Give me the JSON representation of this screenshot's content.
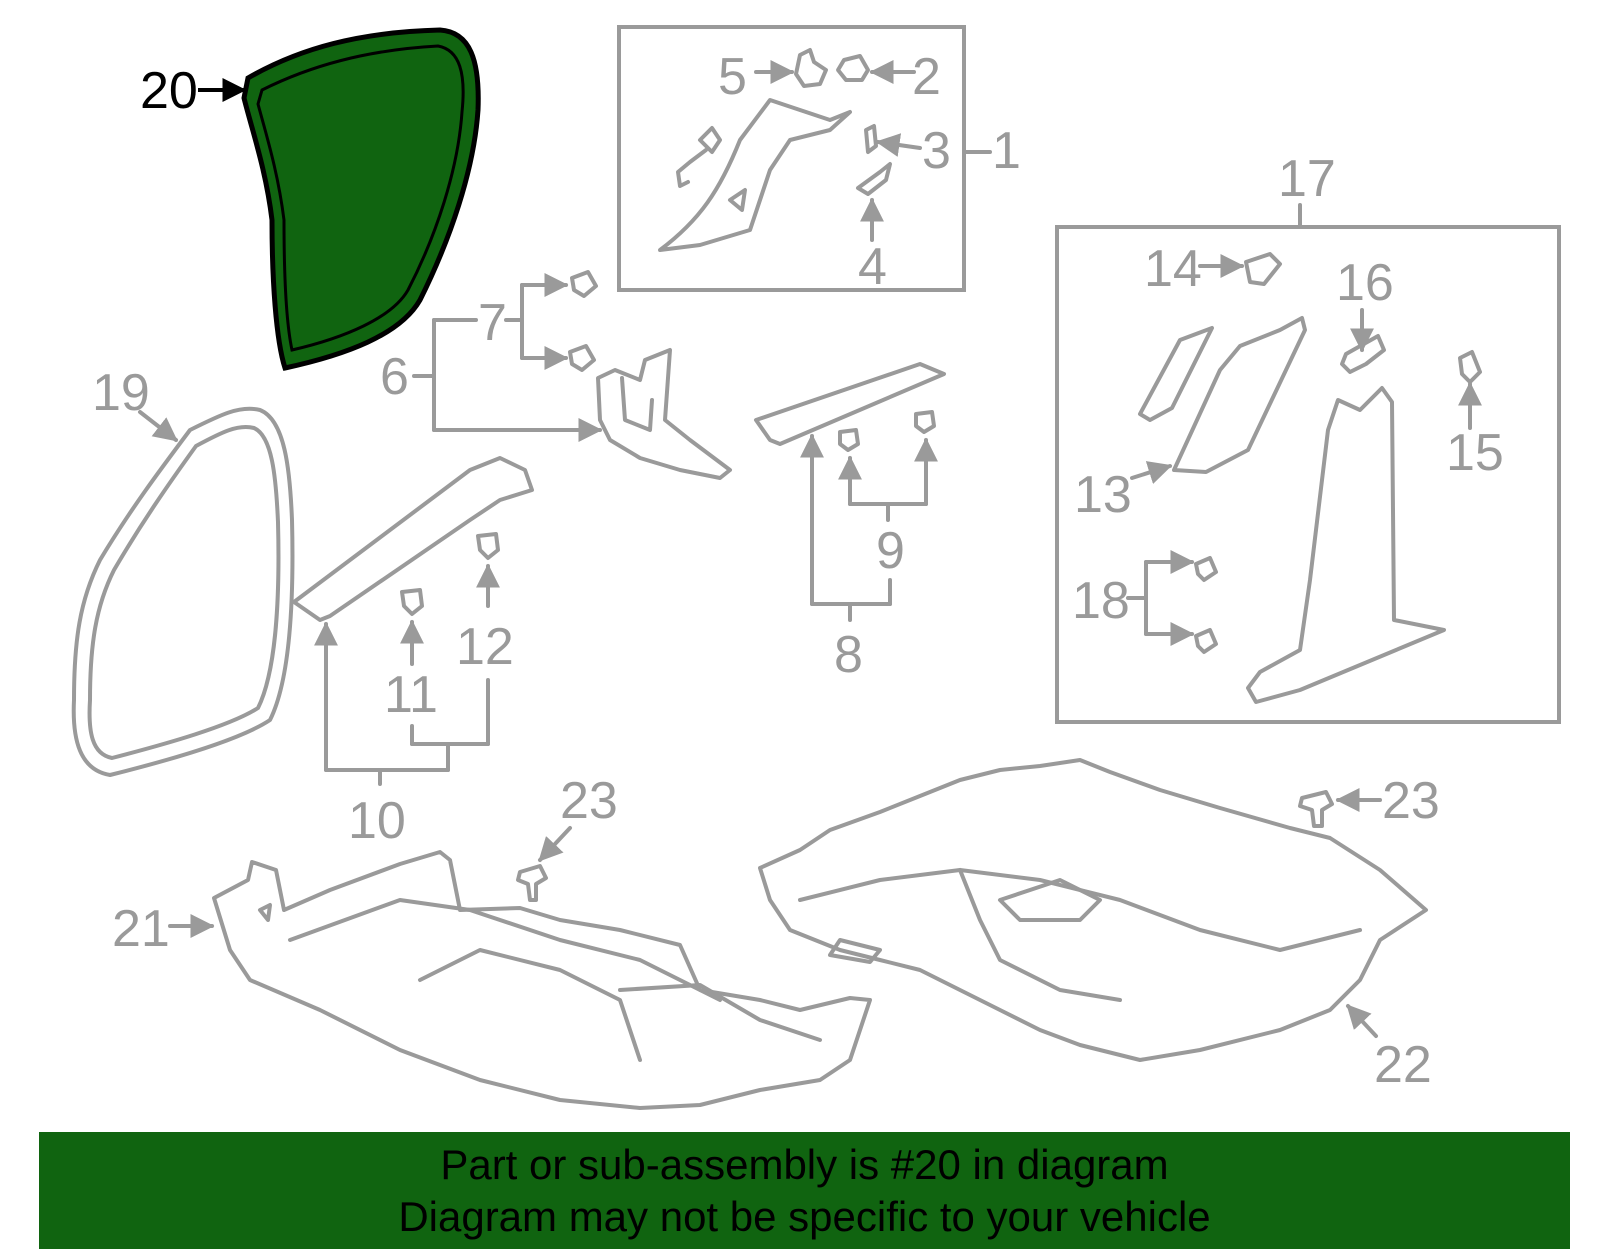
{
  "diagram": {
    "highlight_color": "#106410",
    "line_color": "#9a9a9a",
    "highlighted_part": "20",
    "callouts": {
      "c1": "1",
      "c2": "2",
      "c3": "3",
      "c4": "4",
      "c5": "5",
      "c6": "6",
      "c7": "7",
      "c8": "8",
      "c9": "9",
      "c10": "10",
      "c11": "11",
      "c12": "12",
      "c13": "13",
      "c14": "14",
      "c15": "15",
      "c16": "16",
      "c17": "17",
      "c18": "18",
      "c19": "19",
      "c20": "20",
      "c21": "21",
      "c22": "22",
      "c23a": "23",
      "c23b": "23"
    }
  },
  "banner": {
    "line1": "Part or sub-assembly is #20 in diagram",
    "line2": "Diagram may not be specific to your vehicle"
  }
}
